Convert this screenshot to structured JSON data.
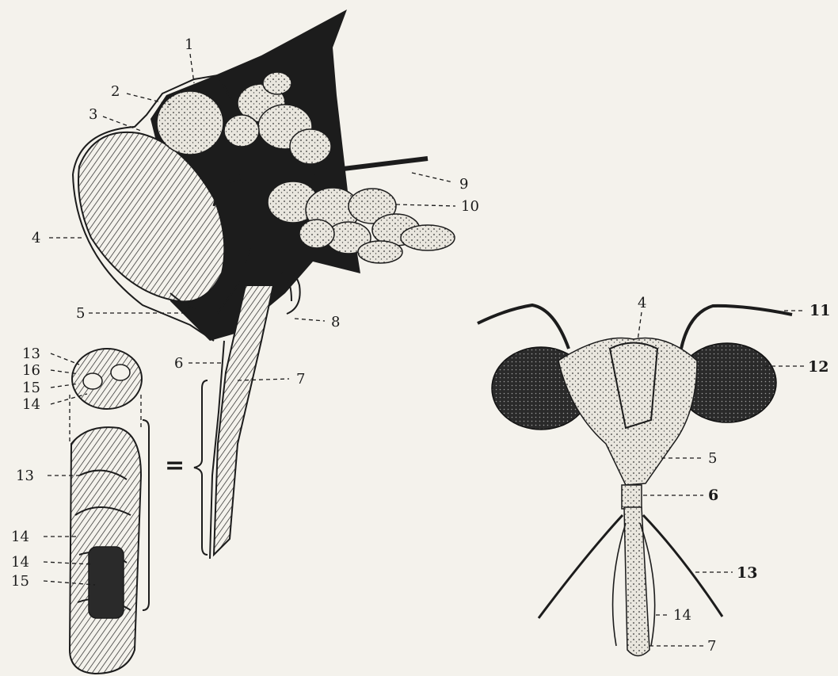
{
  "left_figure": {
    "labels": [
      "1",
      "2",
      "3",
      "4",
      "5",
      "6",
      "7",
      "8",
      "9",
      "10",
      "13",
      "16",
      "15",
      "14",
      "13",
      "14",
      "14",
      "15"
    ],
    "equals_sign": "="
  },
  "right_figure": {
    "labels": [
      "4",
      "11",
      "12",
      "5",
      "6",
      "13",
      "14",
      "7"
    ]
  }
}
